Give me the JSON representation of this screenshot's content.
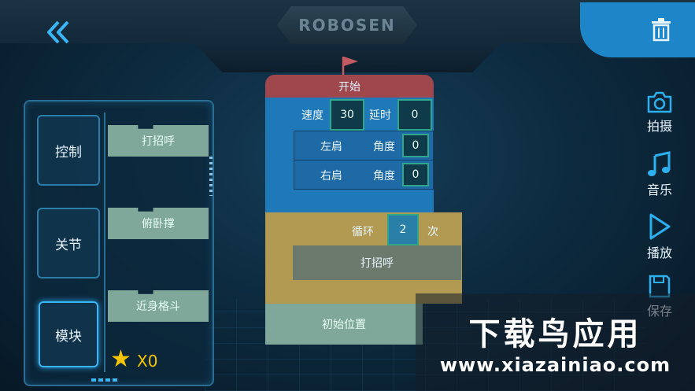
{
  "header": {
    "logo_text": "ROBOSEN"
  },
  "categories": [
    {
      "label": "控制",
      "selected": false
    },
    {
      "label": "关节",
      "selected": false
    },
    {
      "label": "模块",
      "selected": true
    }
  ],
  "palette": {
    "blocks": [
      {
        "label": "打招呼"
      },
      {
        "label": "俯卧撑"
      },
      {
        "label": "近身格斗"
      }
    ],
    "score": "X0"
  },
  "program": {
    "start_label": "开始",
    "speed_label": "速度",
    "speed_value": "30",
    "delay_label": "延时",
    "delay_value": "0",
    "rows": [
      {
        "joint": "左肩",
        "angle_label": "角度",
        "angle_value": "0"
      },
      {
        "joint": "右肩",
        "angle_label": "角度",
        "angle_value": "0"
      }
    ],
    "loop_label": "循环",
    "loop_count": "2",
    "loop_unit": "次",
    "loop_inner_label": "打招呼",
    "initial_label": "初始位置"
  },
  "toolbar": {
    "photo_label": "拍摄",
    "music_label": "音乐",
    "play_label": "播放",
    "save_label": "保存"
  },
  "watermark": {
    "line1": "下载鸟应用",
    "line2": "www.xiazainiao.com"
  },
  "colors": {
    "accent": "#1d86c9",
    "start_block": "#a0474e",
    "motion_block": "#1f78b8",
    "loop_block": "#b29a52",
    "module_block": "#7fa89a",
    "star": "#f5c400"
  }
}
